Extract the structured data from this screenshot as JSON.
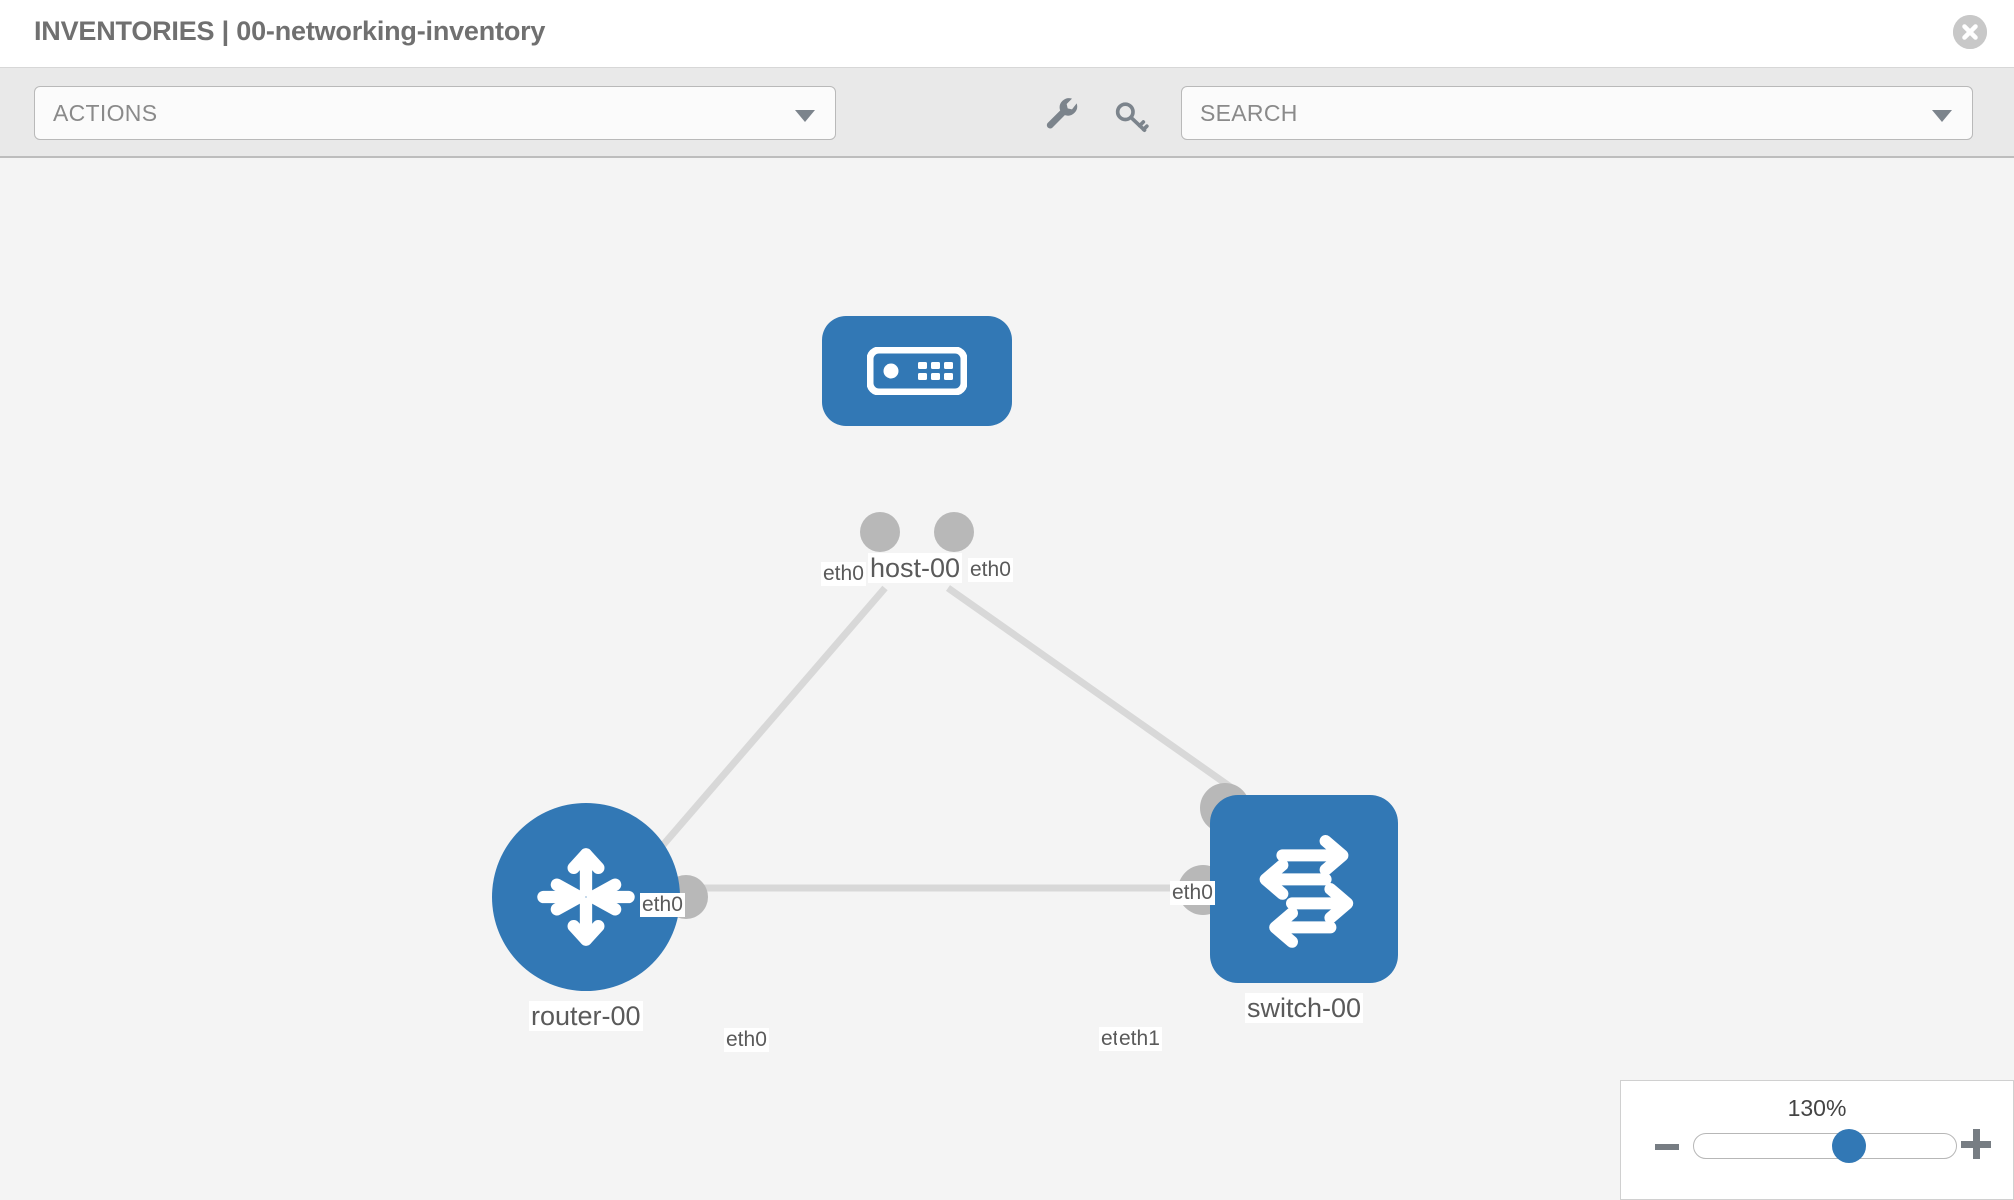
{
  "header": {
    "title": "INVENTORIES | 00-networking-inventory",
    "close_icon": "close-circle-icon"
  },
  "toolbar": {
    "actions_label": "ACTIONS",
    "actions_caret": "chevron-down-icon",
    "wrench_icon": "wrench-icon",
    "key_icon": "key-icon",
    "search_label": "SEARCH",
    "search_placeholder": "SEARCH",
    "search_caret": "chevron-down-icon"
  },
  "topology": {
    "nodes": [
      {
        "id": "host-00",
        "label": "host-00",
        "type": "host",
        "shape": "rounded-square",
        "icon": "server-appliance-icon"
      },
      {
        "id": "router-00",
        "label": "router-00",
        "type": "router",
        "shape": "circle",
        "icon": "router-arrows-icon"
      },
      {
        "id": "switch-00",
        "label": "switch-00",
        "type": "switch",
        "shape": "rounded-square",
        "icon": "switch-arrows-icon"
      }
    ],
    "edges": [
      {
        "from": "host-00",
        "to": "router-00",
        "from_label": "eth0",
        "to_label": "eth0"
      },
      {
        "from": "host-00",
        "to": "switch-00",
        "from_label": "eth0",
        "to_label": "eth0"
      },
      {
        "from": "router-00",
        "to": "switch-00",
        "from_label": "eth0",
        "to_label_a": "eth0",
        "to_label_b": "eth1"
      }
    ],
    "labels": {
      "host_eth_left": "eth0",
      "host_eth_right": "eth0",
      "router_up_eth": "eth0",
      "switch_up_eth": "eth0",
      "router_right_eth": "eth0",
      "switch_left_eth_a": "eth0",
      "switch_left_eth_b": "eth1"
    },
    "colors": {
      "node_blue": "#3278b5",
      "port_gray": "#b8b8b8",
      "link_gray": "#d8d8d8",
      "canvas_bg": "#f4f4f4"
    }
  },
  "zoom_control": {
    "value": "130%",
    "minus_label": "minus-icon",
    "plus_label": "plus-icon",
    "thumb_position_percent": 60
  }
}
